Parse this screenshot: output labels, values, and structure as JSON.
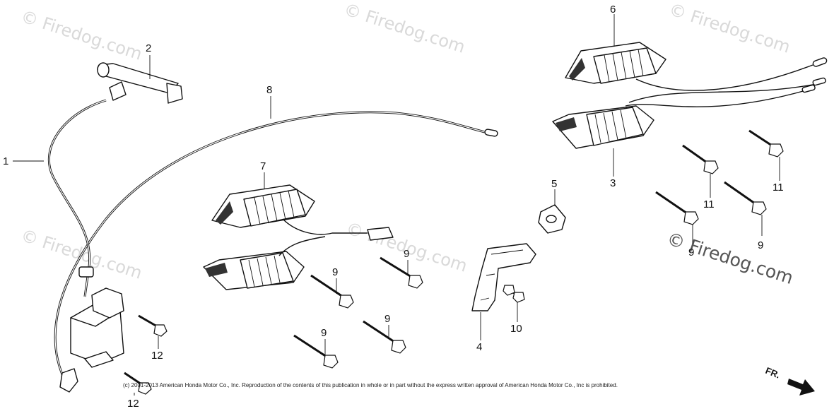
{
  "watermarks": [
    "© Firedog.com",
    "© Firedog.com",
    "© Firedog.com",
    "© Firedog.com",
    "© Firedog.com",
    "© Firedog.com"
  ],
  "callouts": [
    "1",
    "2",
    "3",
    "4",
    "5",
    "6",
    "7",
    "8",
    "9",
    "9",
    "9",
    "9",
    "9",
    "9",
    "10",
    "11",
    "11",
    "12",
    "12"
  ],
  "copyright": "(c) 2001-2013 American Honda Motor Co., Inc. Reproduction of the contents of this publication in whole or in part without the express written approval of American Honda Motor Co., Inc is prohibited.",
  "direction_label": "FR.",
  "parts": {
    "1": "ignition-coil",
    "2": "spark-plug-cap",
    "3": "charge-coil",
    "4": "bracket",
    "5": "grommet",
    "6": "lighting-coil",
    "7": "exciter-coil",
    "8": "ground-wire",
    "9": "bolt",
    "10": "screw",
    "11": "bolt",
    "12": "bolt"
  }
}
